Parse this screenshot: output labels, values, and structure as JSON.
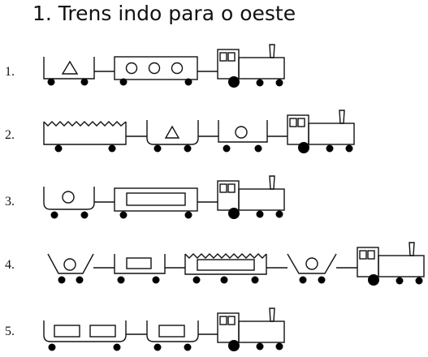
{
  "title": "1. Trens indo para o oeste",
  "rows": [
    {
      "label": "1."
    },
    {
      "label": "2."
    },
    {
      "label": "3."
    },
    {
      "label": "4."
    },
    {
      "label": "5."
    }
  ]
}
